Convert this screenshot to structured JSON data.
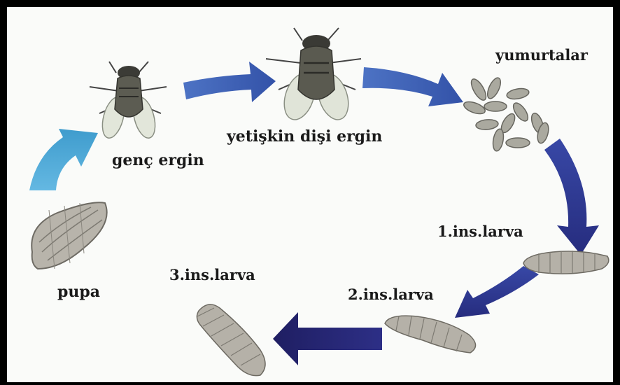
{
  "labels": {
    "eggs": "yumurtalar",
    "adult_female": "yetişkin dişi ergin",
    "young_adult": "genç ergin",
    "larva1": "1.ins.larva",
    "larva2": "2.ins.larva",
    "larva3": "3.ins.larva",
    "pupa": "pupa"
  },
  "colors": {
    "arrow_light": "#5aaedb",
    "arrow_mid": "#3c5fb5",
    "arrow_dark": "#2a2f86",
    "arrow_darkest": "#23236e",
    "larva_fill": "#b7b3aa",
    "egg_fill": "#a9a99e",
    "fly_body": "#55554c",
    "wing": "#dfe3d6"
  }
}
